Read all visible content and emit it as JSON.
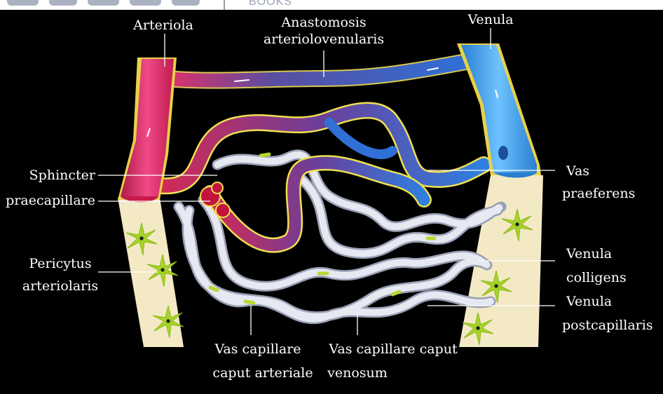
{
  "watermark": {
    "brand": "BOOKS"
  },
  "labels": {
    "arteriola": "Arteriola",
    "anastomosis_1": "Anastomosis",
    "anastomosis_2": "arteriolovenularis",
    "venula": "Venula",
    "sphincter_1": "Sphincter",
    "sphincter_2": "praecapillare",
    "pericytus_1": "Pericytus",
    "pericytus_2": "arteriolaris",
    "vas_praeferens_1": "Vas",
    "vas_praeferens_2": "praeferens",
    "venula_colligens_1": "Venula",
    "venula_colligens_2": "colligens",
    "venula_post_1": "Venula",
    "venula_post_2": "postcapillaris",
    "cap_arteriale_1": "Vas capillare",
    "cap_arteriale_2": "caput arteriale",
    "cap_venosum_1": "Vas capillare caput",
    "cap_venosum_2": "venosum"
  },
  "colors": {
    "background": "#000000",
    "artery": "#e0306a",
    "artery_dark": "#c0143c",
    "vein": "#3f9fe6",
    "vein_dark": "#1f5fc0",
    "capillary": "#d8dbe8",
    "tissue": "#f3e9c4",
    "pericyte": "#a8d42a",
    "label": "#ffffff"
  }
}
